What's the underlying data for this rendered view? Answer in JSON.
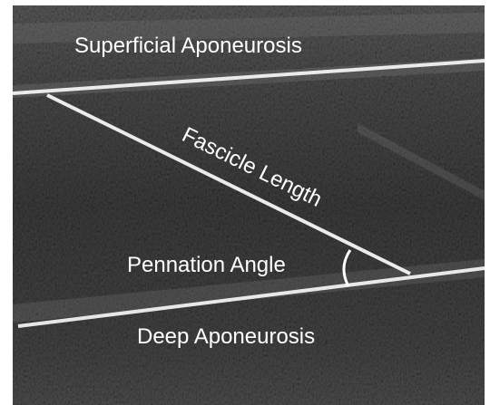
{
  "labels": {
    "superficial_aponeurosis": "Superficial Aponeurosis",
    "fascicle_length": "Fascicle Length",
    "pennation_angle": "Pennation Angle",
    "deep_aponeurosis": "Deep Aponeurosis"
  },
  "colors": {
    "annotation": "#ffffff",
    "tissue_dark": "#2e2e2e",
    "tissue_mid": "#4a4a4a",
    "aponeurosis_band": "#6a6a6a"
  }
}
